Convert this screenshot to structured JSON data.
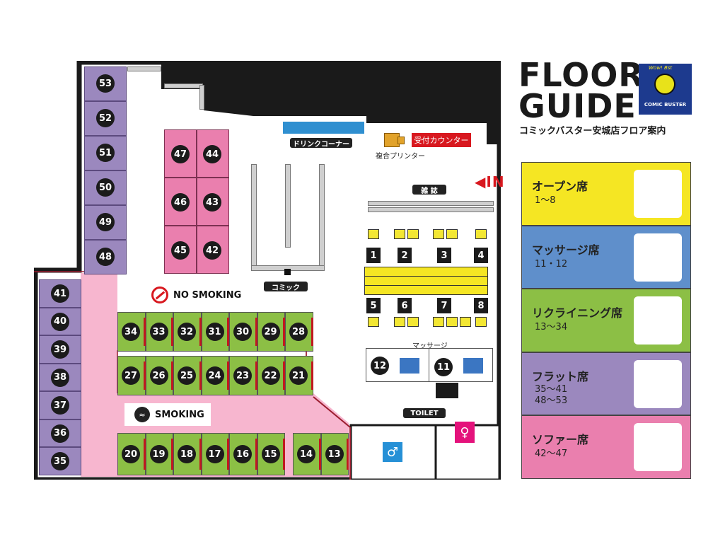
{
  "header": {
    "title_line1": "FLOOR",
    "title_line2": "GUIDE",
    "subtitle": "コミックバスター安城店フロア案内",
    "logo_text": "COMIC BUSTER",
    "logo_small": "Wow! Bst"
  },
  "map_labels": {
    "drink_corner": "ドリンクコーナー",
    "printer": "複合プリンター",
    "reception": "受付カウンター",
    "entrance": "◀IN",
    "magazines": "雑 誌",
    "comics": "コミック",
    "massage_area": "マッサージ",
    "toilet": "TOILET",
    "no_smoking": "NO SMOKING",
    "smoking": "SMOKING"
  },
  "seats": {
    "purple_right": [
      "53",
      "52",
      "51",
      "50",
      "49",
      "48"
    ],
    "purple_left": [
      "41",
      "40",
      "39",
      "38",
      "37",
      "36",
      "35"
    ],
    "sofa_left": [
      "47",
      "46",
      "45"
    ],
    "sofa_right": [
      "44",
      "43",
      "42"
    ],
    "green_top": [
      "34",
      "33",
      "32",
      "31",
      "30",
      "29",
      "28"
    ],
    "green_mid": [
      "27",
      "26",
      "25",
      "24",
      "23",
      "22",
      "21"
    ],
    "green_bottom": [
      "20",
      "19",
      "18",
      "17",
      "16",
      "15"
    ],
    "green_bottom_right": [
      "14",
      "13"
    ],
    "open_top": [
      "1",
      "2",
      "3",
      "4"
    ],
    "open_bottom": [
      "5",
      "6",
      "7",
      "8"
    ],
    "massage": [
      "12",
      "11"
    ]
  },
  "legend": [
    {
      "title": "オープン席",
      "sub": "1～8",
      "color": "#f5e623"
    },
    {
      "title": "マッサージ席",
      "sub": "11・12",
      "color": "#5f8fcb"
    },
    {
      "title": "リクライニング席",
      "sub": "13～34",
      "color": "#8cbf45"
    },
    {
      "title": "フラット席",
      "sub": "35～41\n48～53",
      "color": "#9b88be"
    },
    {
      "title": "ソファー席",
      "sub": "42～47",
      "color": "#ea7fae"
    }
  ]
}
